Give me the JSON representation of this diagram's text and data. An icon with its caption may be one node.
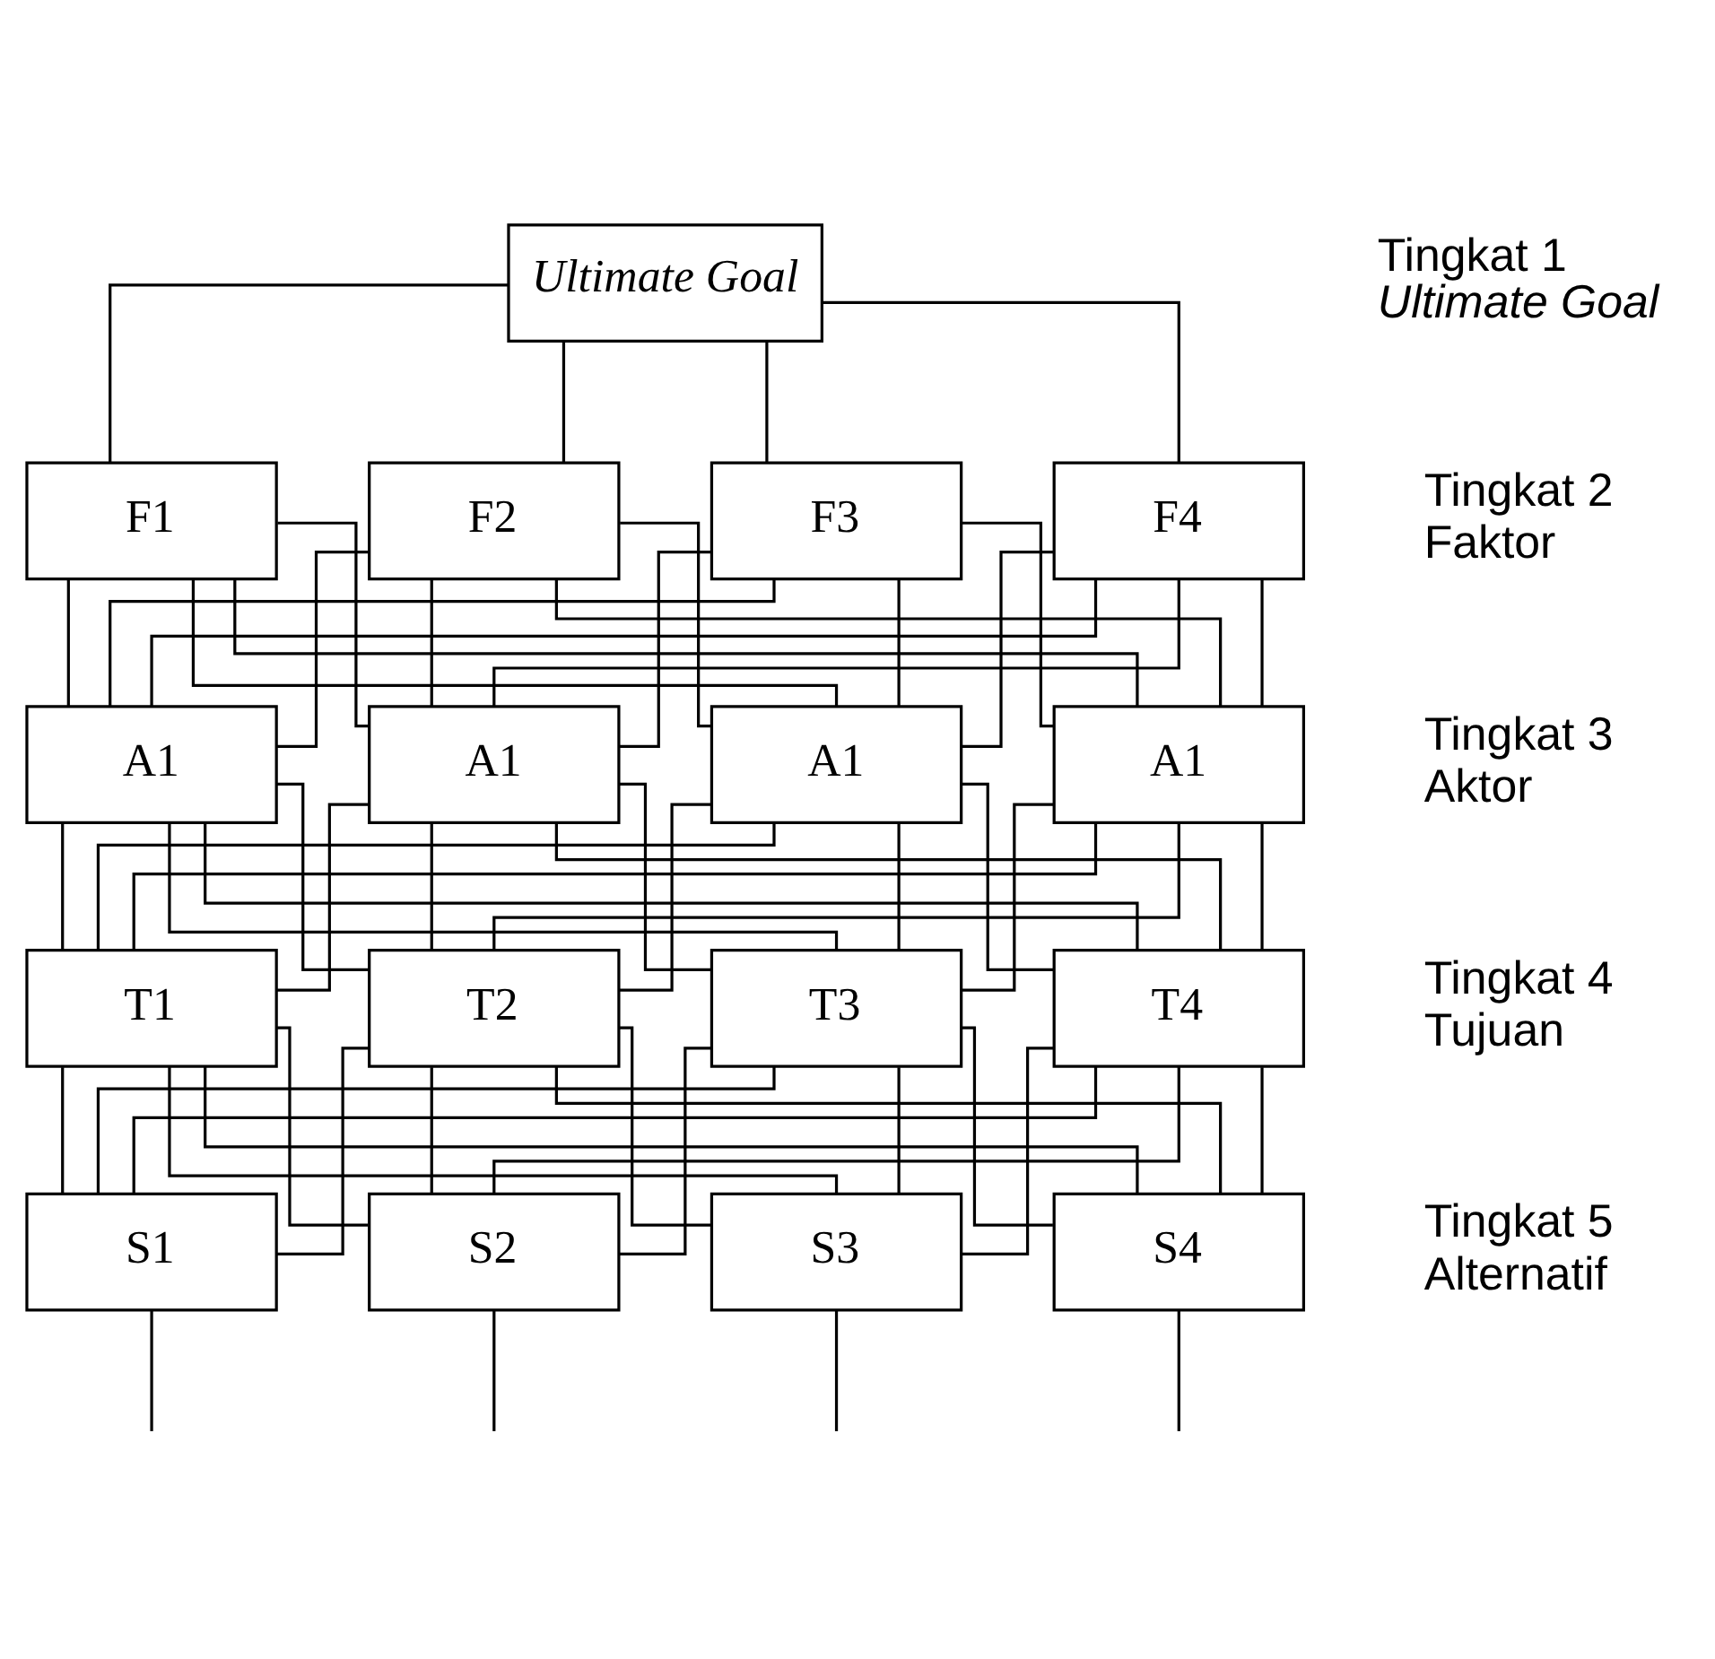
{
  "diagram": {
    "nodes": [
      {
        "text": [
          "Ultimate Goal"
        ]
      },
      {
        "text": [
          "F1"
        ]
      },
      {
        "text": [
          "F2"
        ]
      },
      {
        "text": [
          "F3"
        ]
      },
      {
        "text": [
          "F4"
        ]
      },
      {
        "text": [
          "A1"
        ]
      },
      {
        "text": [
          "A1"
        ]
      },
      {
        "text": [
          "A1"
        ]
      },
      {
        "text": [
          "A1"
        ]
      },
      {
        "text": [
          "T1"
        ]
      },
      {
        "text": [
          "T2"
        ]
      },
      {
        "text": [
          "T3"
        ]
      },
      {
        "text": [
          "T4"
        ]
      },
      {
        "text": [
          "S1"
        ]
      },
      {
        "text": [
          "S2"
        ]
      },
      {
        "text": [
          "S3"
        ]
      },
      {
        "text": [
          "S4"
        ]
      }
    ],
    "edges": [
      {
        "from": 0,
        "to": 1,
        "arrow": "none"
      },
      {
        "from": 0,
        "to": 2,
        "arrow": "none"
      },
      {
        "from": 0,
        "to": 3,
        "arrow": "none"
      },
      {
        "from": 0,
        "to": 4,
        "arrow": "none"
      },
      {
        "from": 1,
        "to": 5,
        "arrow": "none"
      },
      {
        "from": 1,
        "to": 6,
        "arrow": "none"
      },
      {
        "from": 1,
        "to": 7,
        "arrow": "none"
      },
      {
        "from": 1,
        "to": 8,
        "arrow": "none"
      },
      {
        "from": 2,
        "to": 5,
        "arrow": "none"
      },
      {
        "from": 2,
        "to": 6,
        "arrow": "none"
      },
      {
        "from": 2,
        "to": 7,
        "arrow": "none"
      },
      {
        "from": 2,
        "to": 8,
        "arrow": "none"
      },
      {
        "from": 3,
        "to": 5,
        "arrow": "none"
      },
      {
        "from": 3,
        "to": 6,
        "arrow": "none"
      },
      {
        "from": 3,
        "to": 7,
        "arrow": "none"
      },
      {
        "from": 3,
        "to": 8,
        "arrow": "none"
      },
      {
        "from": 4,
        "to": 5,
        "arrow": "none"
      },
      {
        "from": 4,
        "to": 6,
        "arrow": "none"
      },
      {
        "from": 4,
        "to": 7,
        "arrow": "none"
      },
      {
        "from": 4,
        "to": 8,
        "arrow": "none"
      },
      {
        "from": 5,
        "to": 9,
        "arrow": "none"
      },
      {
        "from": 5,
        "to": 10,
        "arrow": "none"
      },
      {
        "from": 5,
        "to": 11,
        "arrow": "none"
      },
      {
        "from": 5,
        "to": 12,
        "arrow": "none"
      },
      {
        "from": 6,
        "to": 9,
        "arrow": "none"
      },
      {
        "from": 6,
        "to": 10,
        "arrow": "none"
      },
      {
        "from": 6,
        "to": 11,
        "arrow": "none"
      },
      {
        "from": 6,
        "to": 12,
        "arrow": "none"
      },
      {
        "from": 7,
        "to": 9,
        "arrow": "none"
      },
      {
        "from": 7,
        "to": 10,
        "arrow": "none"
      },
      {
        "from": 7,
        "to": 11,
        "arrow": "none"
      },
      {
        "from": 7,
        "to": 12,
        "arrow": "none"
      },
      {
        "from": 8,
        "to": 9,
        "arrow": "none"
      },
      {
        "from": 8,
        "to": 10,
        "arrow": "none"
      },
      {
        "from": 8,
        "to": 11,
        "arrow": "none"
      },
      {
        "from": 8,
        "to": 12,
        "arrow": "none"
      },
      {
        "from": 9,
        "to": 13,
        "arrow": "none"
      },
      {
        "from": 9,
        "to": 14,
        "arrow": "none"
      },
      {
        "from": 9,
        "to": 15,
        "arrow": "none"
      },
      {
        "from": 9,
        "to": 16,
        "arrow": "none"
      },
      {
        "from": 10,
        "to": 13,
        "arrow": "none"
      },
      {
        "from": 10,
        "to": 14,
        "arrow": "none"
      },
      {
        "from": 10,
        "to": 15,
        "arrow": "none"
      },
      {
        "from": 10,
        "to": 16,
        "arrow": "none"
      },
      {
        "from": 11,
        "to": 13,
        "arrow": "none"
      },
      {
        "from": 11,
        "to": 14,
        "arrow": "none"
      },
      {
        "from": 11,
        "to": 15,
        "arrow": "none"
      },
      {
        "from": 11,
        "to": 16,
        "arrow": "none"
      },
      {
        "from": 12,
        "to": 13,
        "arrow": "none"
      },
      {
        "from": 12,
        "to": 14,
        "arrow": "none"
      },
      {
        "from": 12,
        "to": 15,
        "arrow": "none"
      },
      {
        "from": 12,
        "to": 16,
        "arrow": "none"
      },
      {
        "from": 13,
        "to": null,
        "arrow": "none"
      },
      {
        "from": 14,
        "to": null,
        "arrow": "none"
      },
      {
        "from": 15,
        "to": null,
        "arrow": "none"
      },
      {
        "from": 16,
        "to": null,
        "arrow": "none"
      }
    ],
    "labels": [
      "Tingkat 1",
      "Ultimate Goal",
      "Tingkat 2",
      "Faktor",
      "Tingkat 3",
      "Aktor",
      "Tingkat 4",
      "Tujuan",
      "Tingkat 5",
      "Alternatif"
    ]
  }
}
